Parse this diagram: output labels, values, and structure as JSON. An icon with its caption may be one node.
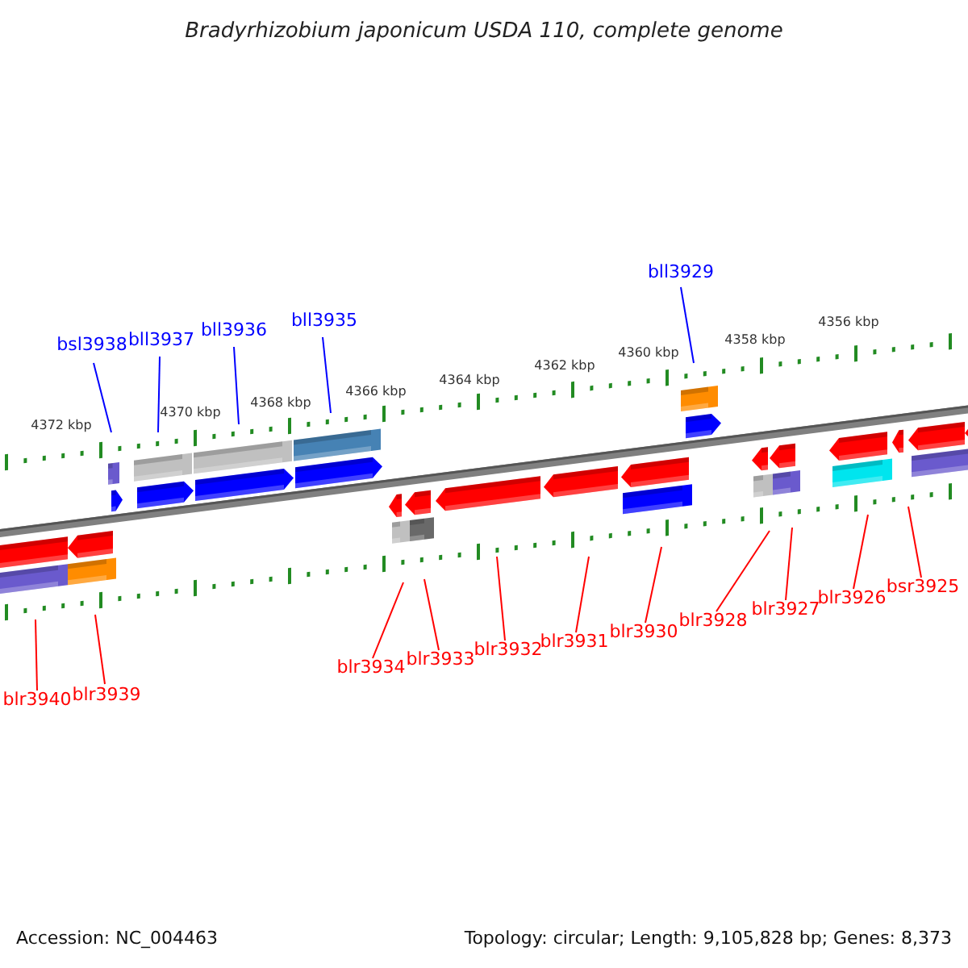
{
  "diagram": {
    "title": "Bradyrhizobium japonicum USDA 110, complete genome",
    "nodes": [
      {
        "text": [
          "bll3929"
        ]
      },
      {
        "text": [
          "bsl3938"
        ]
      },
      {
        "text": [
          "bll3937"
        ]
      },
      {
        "text": [
          "bll3936"
        ]
      },
      {
        "text": [
          "bll3935"
        ]
      },
      {
        "text": [
          "blr3940"
        ]
      },
      {
        "text": [
          "blr3939"
        ]
      },
      {
        "text": [
          "blr3934"
        ]
      },
      {
        "text": [
          "blr3933"
        ]
      },
      {
        "text": [
          "blr3932"
        ]
      },
      {
        "text": [
          "blr3931"
        ]
      },
      {
        "text": [
          "blr3930"
        ]
      },
      {
        "text": [
          "blr3928"
        ]
      },
      {
        "text": [
          "blr3927"
        ]
      },
      {
        "text": [
          "blr3926"
        ]
      },
      {
        "text": [
          "bsr3925"
        ]
      }
    ],
    "edges": [
      {
        "from": 0,
        "to": null,
        "arrow": "none",
        "color": "#0000ff"
      },
      {
        "from": 1,
        "to": null,
        "arrow": "none",
        "color": "#0000ff"
      },
      {
        "from": 2,
        "to": null,
        "arrow": "none",
        "color": "#0000ff"
      },
      {
        "from": 3,
        "to": null,
        "arrow": "none",
        "color": "#0000ff"
      },
      {
        "from": 4,
        "to": null,
        "arrow": "none",
        "color": "#0000ff"
      },
      {
        "from": 5,
        "to": null,
        "arrow": "none"
      },
      {
        "from": 6,
        "to": null,
        "arrow": "none"
      },
      {
        "from": 7,
        "to": null,
        "arrow": "none"
      },
      {
        "from": 8,
        "to": null,
        "arrow": "none"
      },
      {
        "from": 9,
        "to": null,
        "arrow": "none"
      },
      {
        "from": 10,
        "to": null,
        "arrow": "none"
      },
      {
        "from": 11,
        "to": null,
        "arrow": "none"
      },
      {
        "from": 12,
        "to": null,
        "arrow": "none"
      },
      {
        "from": 13,
        "to": null,
        "arrow": "none"
      },
      {
        "from": 14,
        "to": null,
        "arrow": "none"
      },
      {
        "from": 15,
        "to": null,
        "arrow": "none"
      }
    ],
    "labels": [
      "4356 kbp",
      "4358 kbp",
      "4360 kbp",
      "4362 kbp",
      "4364 kbp",
      "4366 kbp",
      "4368 kbp",
      "4370 kbp",
      "4372 kbp",
      "Accession: NC_004463",
      "Topology: circular; Length: 9,105,828 bp; Genes: 8,373"
    ]
  }
}
